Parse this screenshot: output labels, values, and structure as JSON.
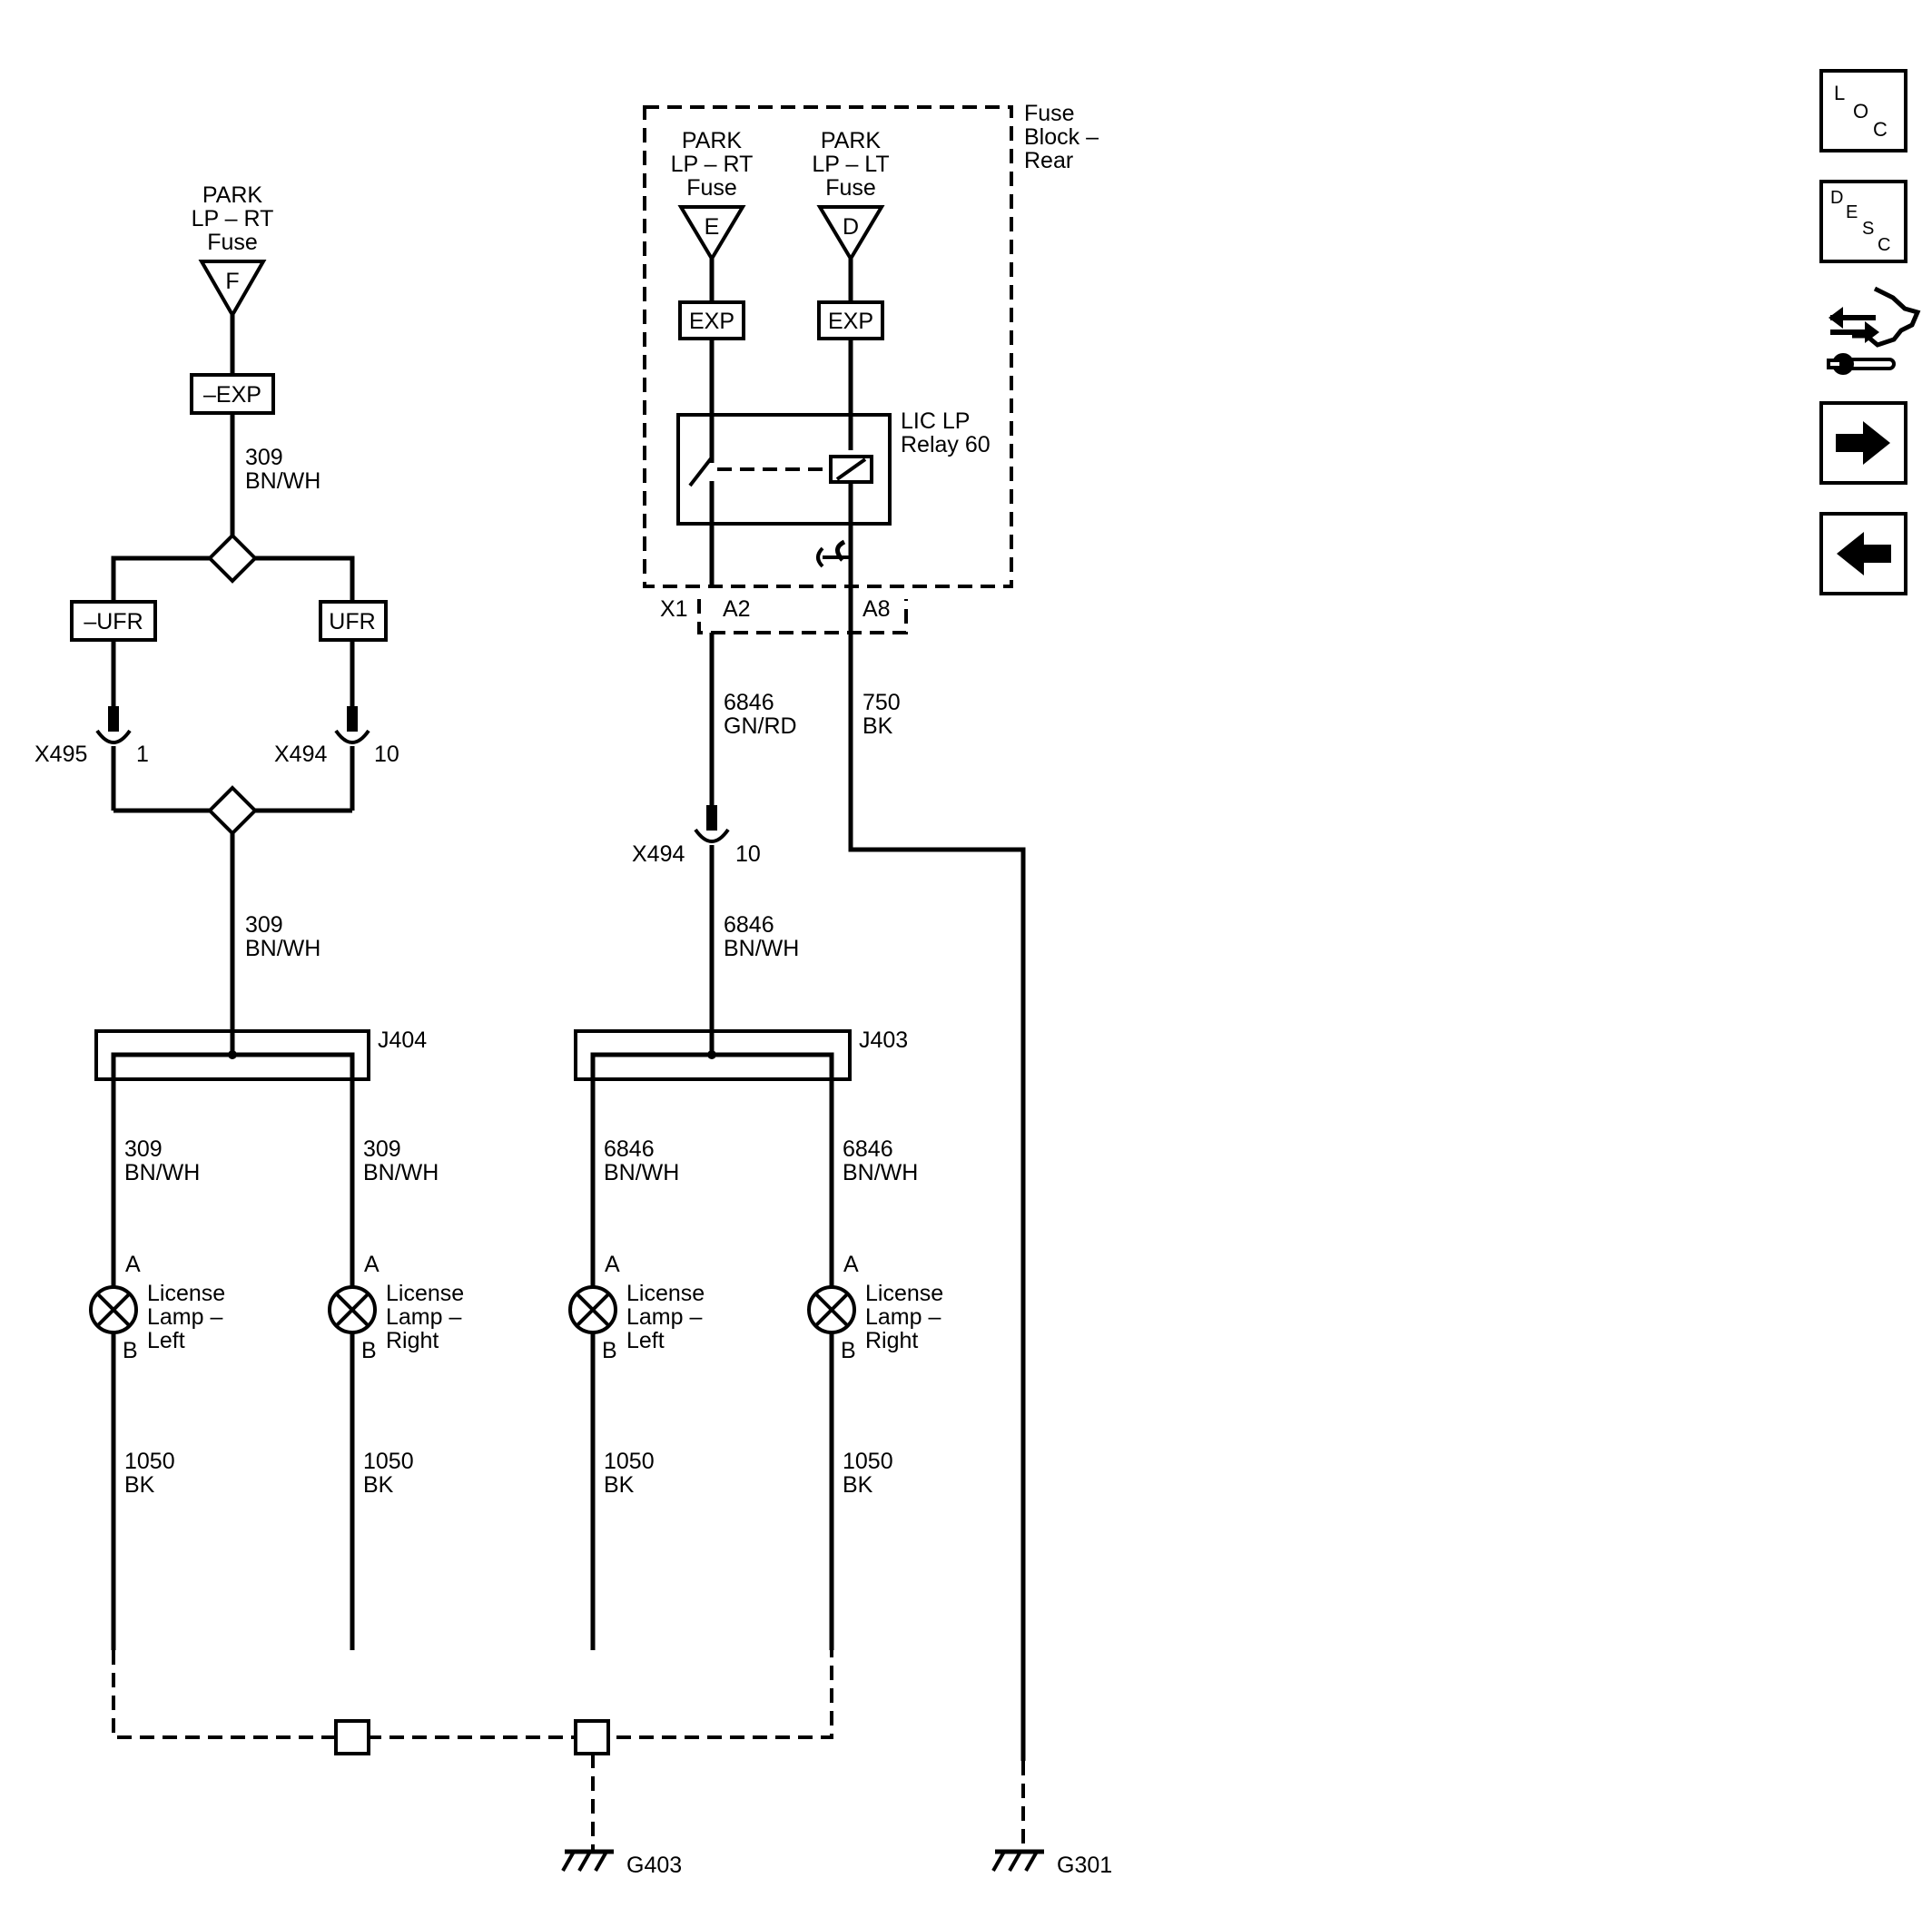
{
  "fuse_block": {
    "title_lines": [
      "Fuse",
      "Block –",
      "Rear"
    ],
    "fuse_e_label": [
      "PARK",
      "LP – RT",
      "Fuse"
    ],
    "fuse_e_letter": "E",
    "fuse_d_label": [
      "PARK",
      "LP – LT",
      "Fuse"
    ],
    "fuse_d_letter": "D",
    "exp_left": "EXP",
    "exp_right": "EXP",
    "relay_label": [
      "LIC LP",
      "Relay 60"
    ],
    "conn_x1": "X1",
    "pin_a2": "A2",
    "pin_a8": "A8"
  },
  "left_feed": {
    "fuse_label": [
      "PARK",
      "LP – RT",
      "Fuse"
    ],
    "fuse_letter": "F",
    "exp_label": "–EXP",
    "wire_top": [
      "309",
      "BN/WH"
    ],
    "ufr_neg": "–UFR",
    "ufr_pos": "UFR",
    "x495": "X495",
    "x495_pin": "1",
    "x494": "X494",
    "x494_pin": "10",
    "wire_mid": [
      "309",
      "BN/WH"
    ]
  },
  "center_feed": {
    "wire_top": [
      "6846",
      "GN/RD"
    ],
    "x494": "X494",
    "x494_pin": "10",
    "wire_mid": [
      "6846",
      "BN/WH"
    ]
  },
  "ground_wire": [
    "750",
    "BK"
  ],
  "splices": {
    "j404": "J404",
    "j403": "J403"
  },
  "lamps": [
    {
      "wire_top": [
        "309",
        "BN/WH"
      ],
      "pin_a": "A",
      "pin_b": "B",
      "name": [
        "License",
        "Lamp –",
        "Left"
      ],
      "wire_bottom": [
        "1050",
        "BK"
      ]
    },
    {
      "wire_top": [
        "309",
        "BN/WH"
      ],
      "pin_a": "A",
      "pin_b": "B",
      "name": [
        "License",
        "Lamp –",
        "Right"
      ],
      "wire_bottom": [
        "1050",
        "BK"
      ]
    },
    {
      "wire_top": [
        "6846",
        "BN/WH"
      ],
      "pin_a": "A",
      "pin_b": "B",
      "name": [
        "License",
        "Lamp –",
        "Left"
      ],
      "wire_bottom": [
        "1050",
        "BK"
      ]
    },
    {
      "wire_top": [
        "6846",
        "BN/WH"
      ],
      "pin_a": "A",
      "pin_b": "B",
      "name": [
        "License",
        "Lamp –",
        "Right"
      ],
      "wire_bottom": [
        "1050",
        "BK"
      ]
    }
  ],
  "grounds": {
    "g403": "G403",
    "g301": "G301"
  },
  "nav": {
    "loc": [
      "L",
      "O",
      "C"
    ],
    "desc": [
      "D",
      "E",
      "S",
      "C"
    ],
    "connector_icon": "connector-repair-icon",
    "next_icon": "arrow-right-icon",
    "prev_icon": "arrow-left-icon"
  }
}
